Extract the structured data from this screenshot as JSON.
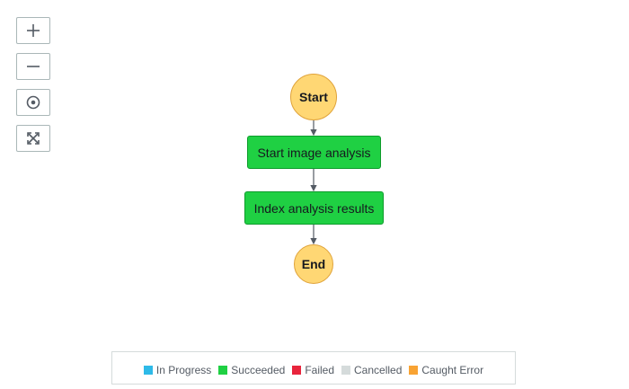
{
  "controls": {
    "zoom_in": {
      "icon": "plus-icon"
    },
    "zoom_out": {
      "icon": "minus-icon"
    },
    "center": {
      "icon": "target-icon"
    },
    "fit": {
      "icon": "expand-icon"
    }
  },
  "workflow": {
    "start": {
      "label": "Start",
      "color": "#ffd774"
    },
    "steps": [
      {
        "label": "Start image analysis",
        "status": "Succeeded",
        "color": "#1fd043"
      },
      {
        "label": "Index analysis results",
        "status": "Succeeded",
        "color": "#1fd043"
      }
    ],
    "end": {
      "label": "End",
      "color": "#ffd774"
    }
  },
  "legend": {
    "items": [
      {
        "label": "In Progress",
        "color": "#2ebae8"
      },
      {
        "label": "Succeeded",
        "color": "#1fd043"
      },
      {
        "label": "Failed",
        "color": "#e8243c"
      },
      {
        "label": "Cancelled",
        "color": "#d5dbdb"
      },
      {
        "label": "Caught Error",
        "color": "#f8a333"
      }
    ]
  }
}
